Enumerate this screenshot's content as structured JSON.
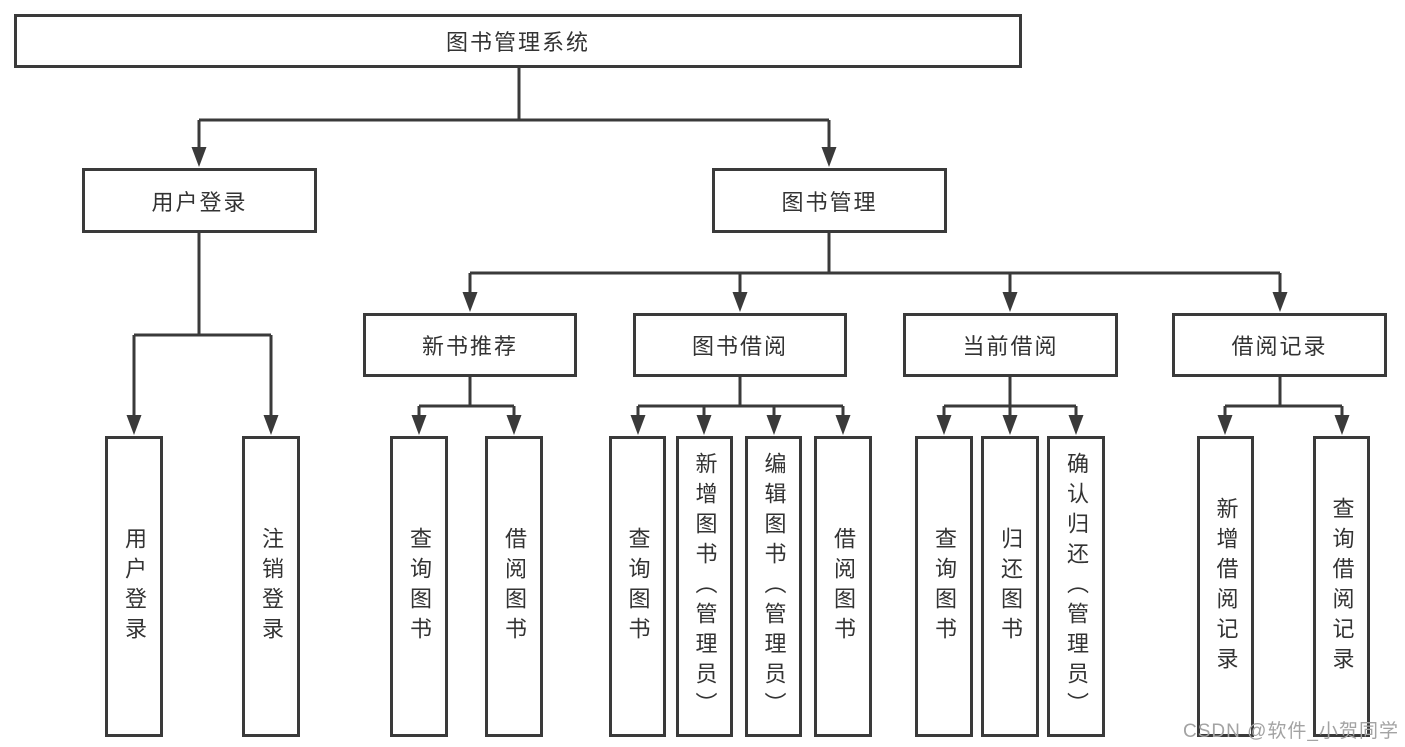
{
  "diagram": {
    "title": "图书管理系统",
    "children": [
      {
        "label": "用户登录",
        "children": [
          {
            "label": "用户登录"
          },
          {
            "label": "注销登录"
          }
        ]
      },
      {
        "label": "图书管理",
        "children": [
          {
            "label": "新书推荐",
            "children": [
              {
                "label": "查询图书"
              },
              {
                "label": "借阅图书"
              }
            ]
          },
          {
            "label": "图书借阅",
            "children": [
              {
                "label": "查询图书"
              },
              {
                "label": "新增图书（管理员）"
              },
              {
                "label": "编辑图书（管理员）"
              },
              {
                "label": "借阅图书"
              }
            ]
          },
          {
            "label": "当前借阅",
            "children": [
              {
                "label": "查询图书"
              },
              {
                "label": "归还图书"
              },
              {
                "label": "确认归还（管理员）"
              }
            ]
          },
          {
            "label": "借阅记录",
            "children": [
              {
                "label": "新增借阅记录"
              },
              {
                "label": "查询借阅记录"
              }
            ]
          }
        ]
      }
    ]
  },
  "watermark": {
    "text": "CSDN @软件_小贺同学"
  },
  "colors": {
    "line": "#3a3a3a",
    "border": "#3a3a3a",
    "text": "#333333",
    "bg": "#ffffff",
    "watermark": "#a3a3a3"
  }
}
